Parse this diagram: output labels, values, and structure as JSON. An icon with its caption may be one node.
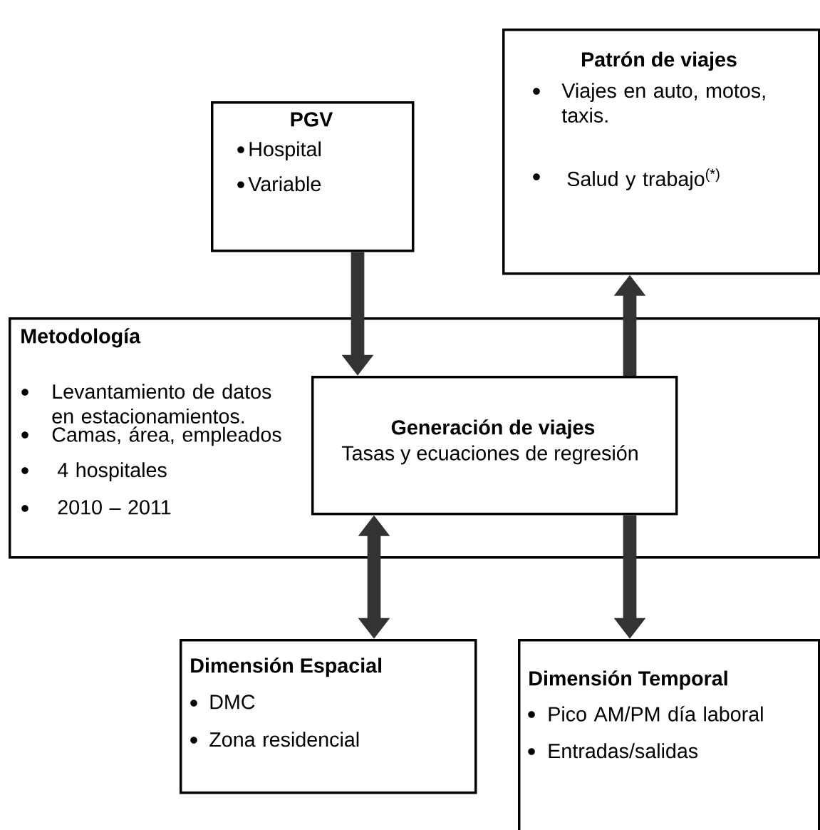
{
  "diagram": {
    "nodes": [
      {
        "text": [
          "PGV",
          "Hospital",
          "Variable"
        ]
      },
      {
        "text": [
          "Patrón de viajes",
          "Viajes en auto, motos, taxis.",
          "Salud y trabajo$^{(*)}$"
        ]
      },
      {
        "text": [
          "Metodología",
          "Levantamiento de datos en estacionamientos.",
          "Camas, área, empleados",
          "4 hospitales",
          "2010 – 2011"
        ]
      },
      {
        "text": [
          "Generación de viajes",
          "Tasas y ecuaciones de regresión"
        ],
        "in": 2
      },
      {
        "text": [
          "Dimensión Espacial",
          "DMC",
          "Zona residencial"
        ]
      },
      {
        "text": [
          "Dimensión Temporal",
          "Pico AM/PM día laboral",
          "Entradas/salidas"
        ]
      }
    ],
    "edges": [
      {
        "from": 0,
        "to": 3,
        "arrow": "to"
      },
      {
        "from": 3,
        "to": 1,
        "arrow": "to"
      },
      {
        "from": 3,
        "to": 4,
        "arrow": "both"
      },
      {
        "from": 3,
        "to": 5,
        "arrow": "to"
      }
    ]
  }
}
